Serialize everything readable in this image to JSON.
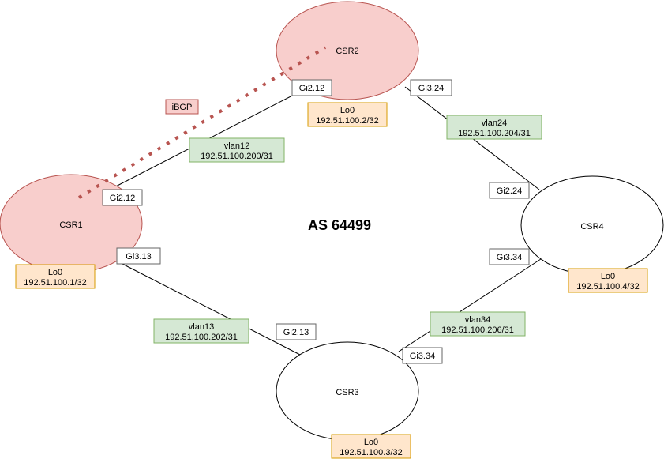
{
  "diagram_title": "AS 64499",
  "colors": {
    "bgp_router_fill": "#f8cecc",
    "bgp_router_stroke": "#b85450",
    "router_fill": "#ffffff",
    "router_stroke": "#000000",
    "loopback_fill": "#ffe6cc",
    "loopback_stroke": "#d79b00",
    "vlan_fill": "#d5e8d4",
    "vlan_stroke": "#82b366",
    "intf_fill": "#ffffff",
    "intf_stroke": "#666666",
    "ibgp_label_fill": "#f8cecc",
    "ibgp_label_stroke": "#b85450",
    "ibgp_line": "#b85450"
  },
  "routers": {
    "csr1": {
      "name": "CSR1",
      "loopback_name": "Lo0",
      "loopback_ip": "192.51.100.1/32"
    },
    "csr2": {
      "name": "CSR2",
      "loopback_name": "Lo0",
      "loopback_ip": "192.51.100.2/32"
    },
    "csr3": {
      "name": "CSR3",
      "loopback_name": "Lo0",
      "loopback_ip": "192.51.100.3/32"
    },
    "csr4": {
      "name": "CSR4",
      "loopback_name": "Lo0",
      "loopback_ip": "192.51.100.4/32"
    }
  },
  "links": {
    "csr1_csr2": {
      "vlan": "vlan12",
      "subnet": "192.51.100.200/31",
      "a_intf": "Gi2.12",
      "b_intf": "Gi2.12"
    },
    "csr1_csr3": {
      "vlan": "vlan13",
      "subnet": "192.51.100.202/31",
      "a_intf": "Gi3.13",
      "b_intf": "Gi2.13"
    },
    "csr2_csr4": {
      "vlan": "vlan24",
      "subnet": "192.51.100.204/31",
      "a_intf": "Gi3.24",
      "b_intf": "Gi2.24"
    },
    "csr3_csr4": {
      "vlan": "vlan34",
      "subnet": "192.51.100.206/31",
      "a_intf": "Gi3.34",
      "b_intf": "Gi3.34"
    }
  },
  "session": {
    "label": "iBGP"
  }
}
